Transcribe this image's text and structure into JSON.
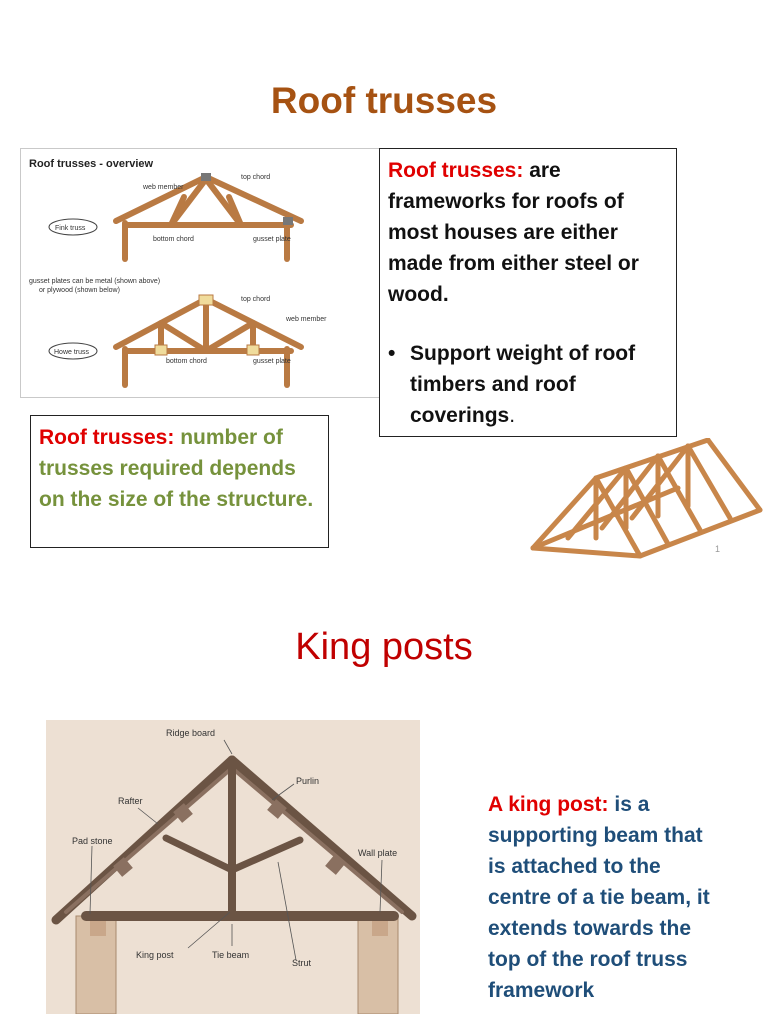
{
  "slide1": {
    "title": "Roof trusses",
    "definition_box": {
      "label": "Roof trusses:",
      "text": "are frameworks for roofs of most houses are either made from either steel or wood.",
      "bullet": "Support weight of roof timbers and roof coverings",
      "bullet_end": "."
    },
    "number_box": {
      "label": "Roof trusses:",
      "text": "number of trusses required depends on the size of the structure."
    },
    "overview_figure": {
      "heading": "Roof trusses - overview",
      "labels": {
        "web_member": "web member",
        "top_chord": "top chord",
        "fink_truss": "Fink truss",
        "bottom_chord": "bottom chord",
        "gusset_plate": "gusset plate",
        "note_line1": "gusset plates can be metal (shown above)",
        "note_line2": "or plywood (shown below)",
        "howe_truss": "Howe truss"
      }
    },
    "page_number": "1"
  },
  "slide2": {
    "title": "King posts",
    "text_label": "A king post:",
    "text": "is a supporting beam that is attached to the centre of a tie beam, it extends towards the top of the roof truss framework",
    "diagram_labels": {
      "ridge_board": "Ridge board",
      "purlin": "Purlin",
      "rafter": "Rafter",
      "pad_stone": "Pad stone",
      "wall_plate": "Wall plate",
      "king_post": "King post",
      "tie_beam": "Tie beam",
      "strut": "Strut"
    }
  },
  "colors": {
    "title1": "#a65212",
    "title2": "#c00000",
    "label_red": "#e00000",
    "green": "#76923c",
    "blue_text": "#1f4e79",
    "wood": "#c8864a",
    "diagram_bg": "#ede0d3"
  }
}
